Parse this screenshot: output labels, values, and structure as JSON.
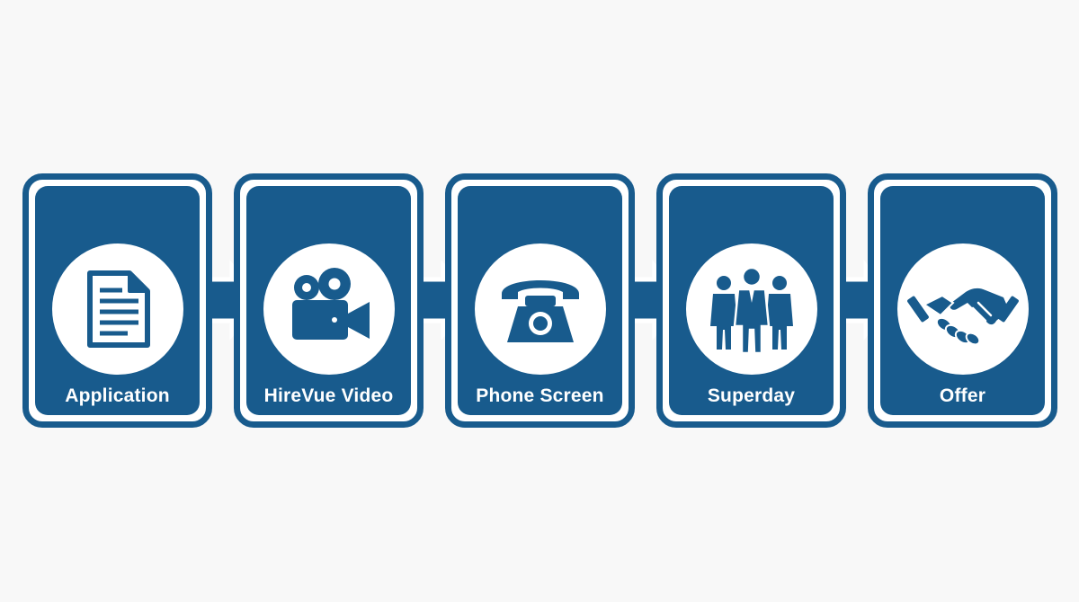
{
  "diagram": {
    "accent_color": "#185b8d",
    "background_color": "#f8f8f8",
    "steps": [
      {
        "label": "Application",
        "icon": "document-icon"
      },
      {
        "label": "HireVue Video",
        "icon": "video-camera-icon"
      },
      {
        "label": "Phone Screen",
        "icon": "telephone-icon"
      },
      {
        "label": "Superday",
        "icon": "group-of-people-icon"
      },
      {
        "label": "Offer",
        "icon": "handshake-icon"
      }
    ]
  }
}
